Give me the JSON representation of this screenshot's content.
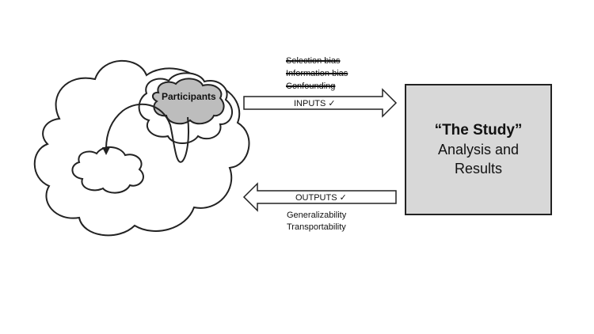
{
  "bias_list": [
    "Selection bias",
    "Information bias",
    "Confounding"
  ],
  "inputs_arrow": {
    "label": "INPUTS ✓"
  },
  "outputs_arrow": {
    "label": "OUTPUTS ✓"
  },
  "outcomes": [
    "Generalizability",
    "Transportability"
  ],
  "participants_label": "Participants",
  "study_box": {
    "title": "“The Study”",
    "line1": "Analysis and",
    "line2": "Results"
  },
  "colors": {
    "box_fill": "#d8d8d8",
    "participants_fill": "#bdbdbd",
    "stroke": "#222222"
  }
}
